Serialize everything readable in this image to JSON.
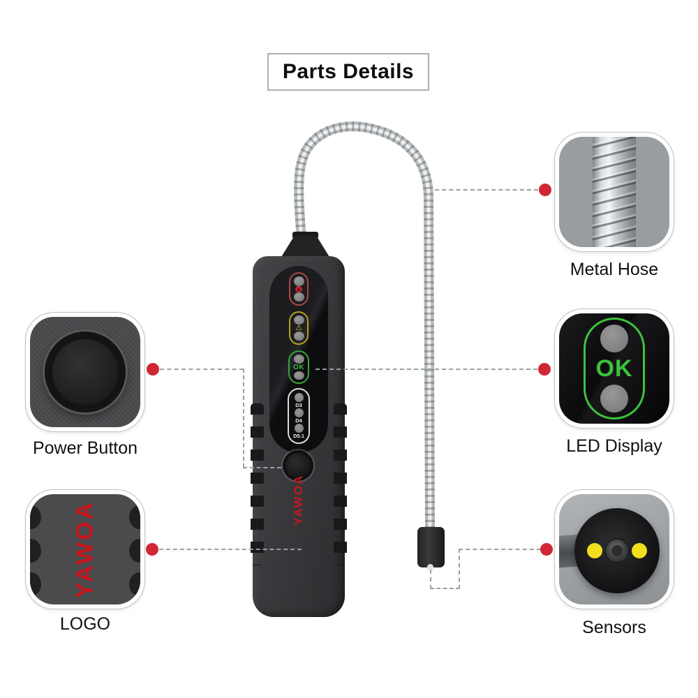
{
  "title": "Parts Details",
  "colors": {
    "accent_red_dot": "#cf2733",
    "logo_red": "#c3161c",
    "ok_green": "#3cc33c",
    "warning_yellow": "#d8c51f",
    "sensor_yellow": "#f2df1d"
  },
  "device": {
    "brand_vertical": "YAWOA",
    "display": {
      "ok_label": "OK",
      "warning_glyph": "⚠",
      "channels": [
        "D3",
        "D4",
        "D5.1"
      ]
    }
  },
  "callouts": {
    "metal_hose": {
      "label": "Metal Hose"
    },
    "led_display": {
      "label": "LED Display",
      "ok_label": "OK"
    },
    "power_button": {
      "label": "Power Button"
    },
    "logo": {
      "label": "LOGO",
      "text": "YAWOA"
    },
    "sensors": {
      "label": "Sensors"
    }
  }
}
